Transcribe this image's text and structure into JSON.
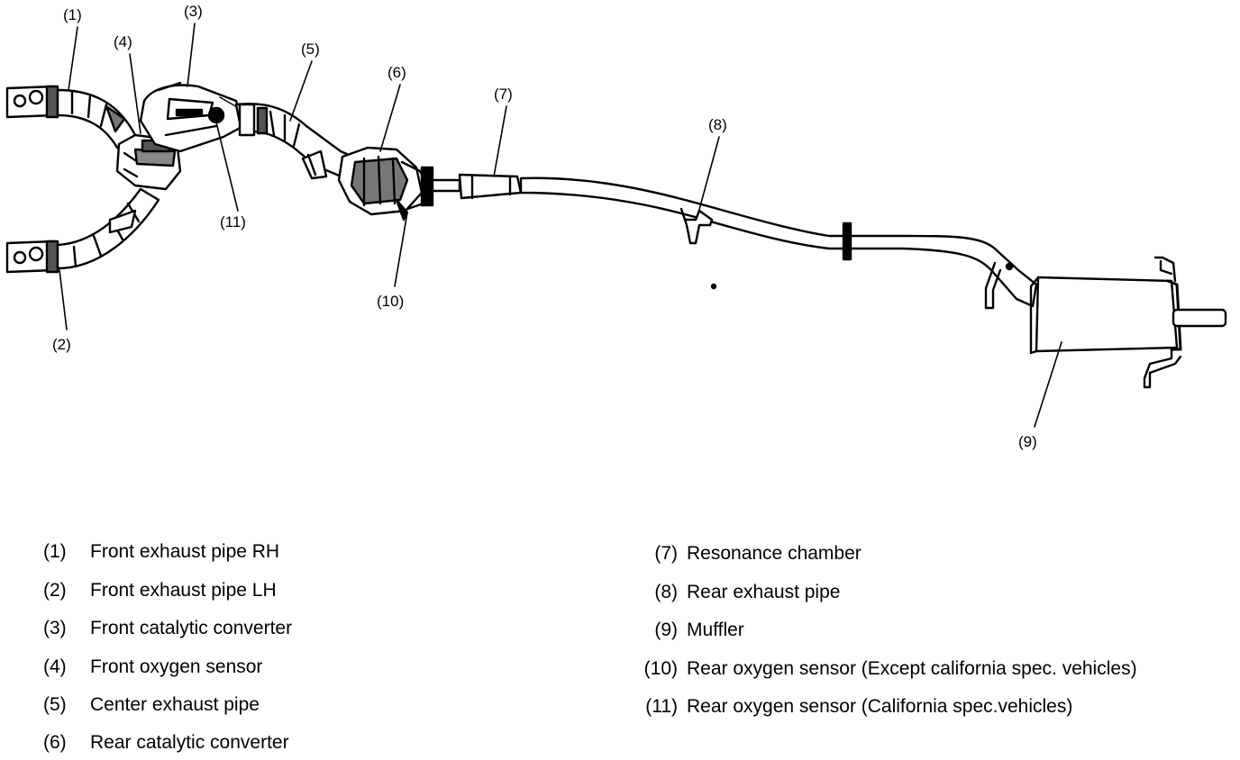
{
  "diagram": {
    "callouts": [
      {
        "id": "1",
        "text": "(1)"
      },
      {
        "id": "2",
        "text": "(2)"
      },
      {
        "id": "3",
        "text": "(3)"
      },
      {
        "id": "4",
        "text": "(4)"
      },
      {
        "id": "5",
        "text": "(5)"
      },
      {
        "id": "6",
        "text": "(6)"
      },
      {
        "id": "7",
        "text": "(7)"
      },
      {
        "id": "8",
        "text": "(8)"
      },
      {
        "id": "9",
        "text": "(9)"
      },
      {
        "id": "10",
        "text": "(10)"
      },
      {
        "id": "11",
        "text": "(11)"
      }
    ]
  },
  "legend": [
    {
      "num": "(1)",
      "label": "Front exhaust pipe RH"
    },
    {
      "num": "(2)",
      "label": "Front exhaust pipe LH"
    },
    {
      "num": "(3)",
      "label": "Front catalytic converter"
    },
    {
      "num": "(4)",
      "label": "Front oxygen sensor"
    },
    {
      "num": "(5)",
      "label": "Center exhaust pipe"
    },
    {
      "num": "(6)",
      "label": "Rear catalytic converter"
    },
    {
      "num": "(7)",
      "label": "Resonance chamber"
    },
    {
      "num": "(8)",
      "label": "Rear exhaust pipe"
    },
    {
      "num": "(9)",
      "label": "Muffler"
    },
    {
      "num": "(10)",
      "label": "Rear oxygen sensor (Except california spec. vehicles)"
    },
    {
      "num": "(11)",
      "label": "Rear oxygen sensor (California spec.vehicles)"
    }
  ]
}
